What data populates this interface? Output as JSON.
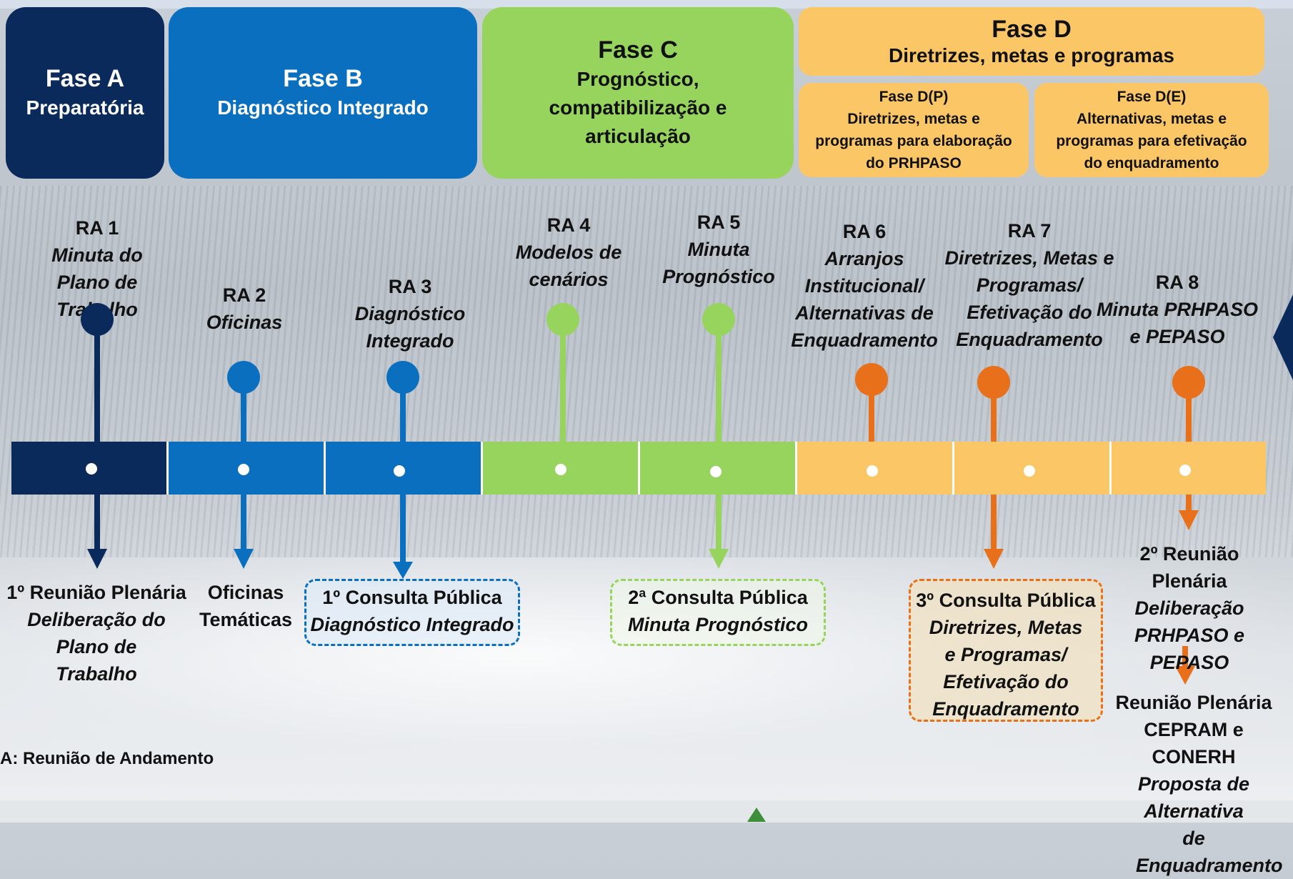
{
  "phases": {
    "a": {
      "title": "Fase A",
      "subtitle": "Preparatória"
    },
    "b": {
      "title": "Fase B",
      "subtitle": "Diagnóstico Integrado"
    },
    "c": {
      "title": "Fase C",
      "subtitle": "Prognóstico, compatibilização e articulação"
    },
    "d": {
      "title": "Fase D",
      "subtitle": "Diretrizes, metas e programas",
      "dp": {
        "title": "Fase D(P)",
        "subtitle": "Diretrizes, metas e programas para elaboração do PRHPASO"
      },
      "de": {
        "title": "Fase D(E)",
        "subtitle": "Alternativas, metas e programas para efetivação do enquadramento"
      }
    }
  },
  "milestones": [
    {
      "id": "RA 1",
      "desc": "Minuta do Plano de Trabalho"
    },
    {
      "id": "RA 2",
      "desc": "Oficinas"
    },
    {
      "id": "RA 3",
      "desc": "Diagnóstico Integrado"
    },
    {
      "id": "RA 4",
      "desc": "Modelos de cenários"
    },
    {
      "id": "RA 5",
      "desc": "Minuta Prognóstico"
    },
    {
      "id": "RA 6",
      "desc": "Arranjos Institucional/ Alternativas de Enquadramento"
    },
    {
      "id": "RA 7",
      "desc": "Diretrizes, Metas e Programas/ Efetivação do Enquadramento"
    },
    {
      "id": "RA 8",
      "desc": "Minuta PRHPASO e PEPASO"
    }
  ],
  "events": {
    "plenaria1": {
      "title": "1º Reunião Plenária",
      "desc": "Deliberação do Plano de Trabalho"
    },
    "oficinas": {
      "title": "Oficinas Temáticas"
    },
    "consulta1": {
      "title": "1º Consulta Pública",
      "desc": "Diagnóstico Integrado"
    },
    "consulta2": {
      "title": "2ª Consulta Pública",
      "desc": "Minuta Prognóstico"
    },
    "consulta3": {
      "title": "3º Consulta Pública",
      "desc": "Diretrizes, Metas e Programas/ Efetivação do Enquadramento"
    },
    "plenaria2": {
      "title": "2º Reunião Plenária",
      "desc": "Deliberação PRHPASO e PEPASO"
    },
    "plenaria3": {
      "title": "Reunião Plenária",
      "subtitle": "CEPRAM e CONERH",
      "desc": "Proposta de Alternativa de Enquadramento"
    }
  },
  "legend": "A: Reunião de Andamento",
  "colors": {
    "phase_a": "#0b2a5c",
    "phase_b": "#0a6fbe",
    "phase_c": "#97d45d",
    "phase_d": "#fbc766",
    "accent_orange": "#e8701a"
  }
}
